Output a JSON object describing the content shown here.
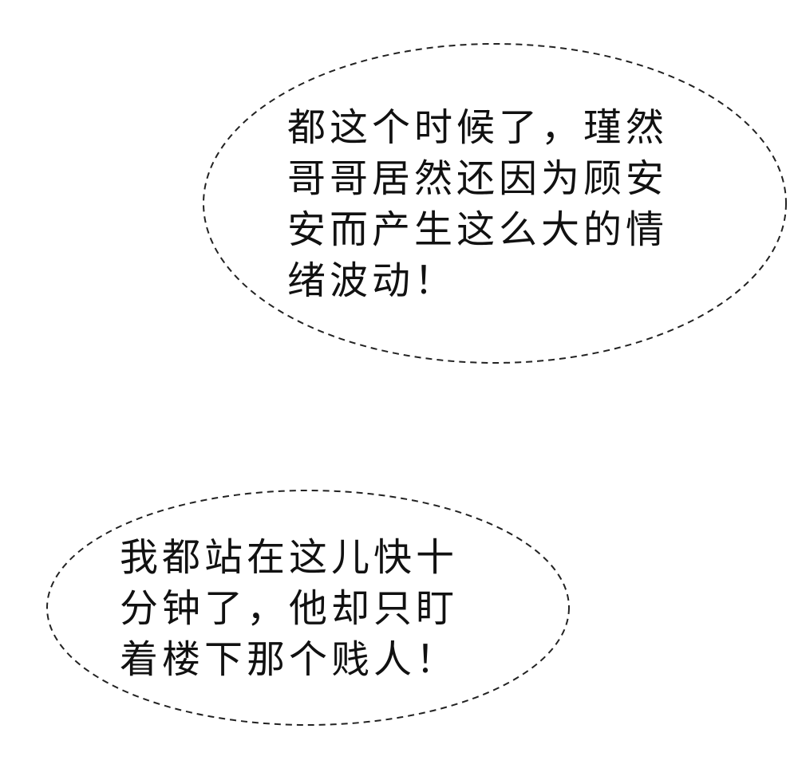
{
  "bubbles": [
    {
      "lines": [
        "都这个时候了，瑾然",
        "哥哥居然还因为顾安",
        "安而产生这么大的情",
        "绪波动！"
      ]
    },
    {
      "lines": [
        "我都站在这儿快十",
        "分钟了，他却只盯",
        "着楼下那个贱人！"
      ]
    }
  ],
  "colors": {
    "background": "#ffffff",
    "text": "#111111",
    "outline": "#222222"
  }
}
